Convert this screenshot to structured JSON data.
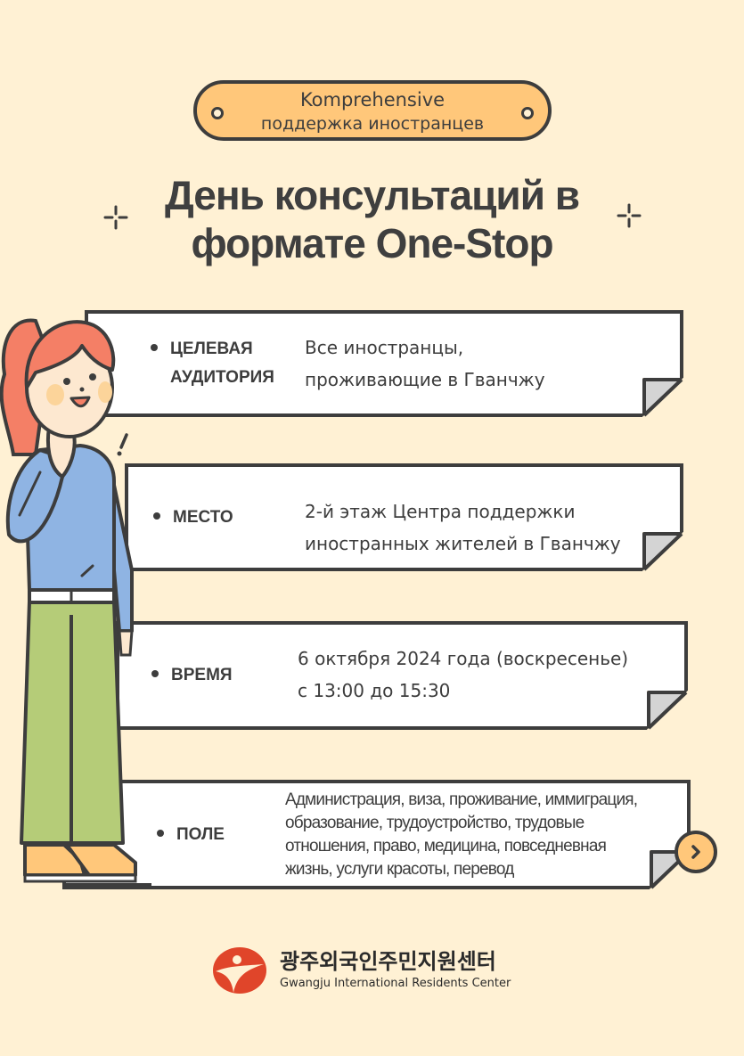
{
  "badge": {
    "line1": "Komprehensive",
    "line2": "поддержка иностранцев"
  },
  "title": {
    "line1": "День консультаций в",
    "line2": "формате One-Stop"
  },
  "cards": [
    {
      "label_line1": "ЦЕЛЕВАЯ",
      "label_line2": "АУДИТОРИЯ",
      "value_line1": "Все иностранцы,",
      "value_line2": "проживающие в Гванчжу"
    },
    {
      "label": "МЕСТО",
      "value_line1": "2-й этаж Центра поддержки",
      "value_line2": "иностранных жителей в Гванчжу"
    },
    {
      "label": "ВРЕМЯ",
      "value_line1": "6 октября 2024 года (воскресенье)",
      "value_line2": "с 13:00 до 15:30"
    },
    {
      "label": "ПОЛЕ",
      "value_line1": "Администрация, виза, проживание, иммиграция,",
      "value_line2": "образование, трудоустройство, трудовые",
      "value_line3": "отношения, право, медицина, повседневная",
      "value_line4": "жизнь, услуги красоты, перевод"
    }
  ],
  "next_button": {
    "icon": "chevron-right-icon"
  },
  "footer": {
    "org_name_ko": "광주외국인주민지원센터",
    "org_name_en": "Gwangju International Residents Center"
  },
  "colors": {
    "background": "#fff1d4",
    "accent_orange": "#ffc77a",
    "outline": "#3d3d3d",
    "logo_red": "#e0452a",
    "hair": "#f47f66",
    "shirt": "#8fb4e3",
    "pants": "#b5cc78",
    "fold_gray": "#d4d4d4"
  }
}
